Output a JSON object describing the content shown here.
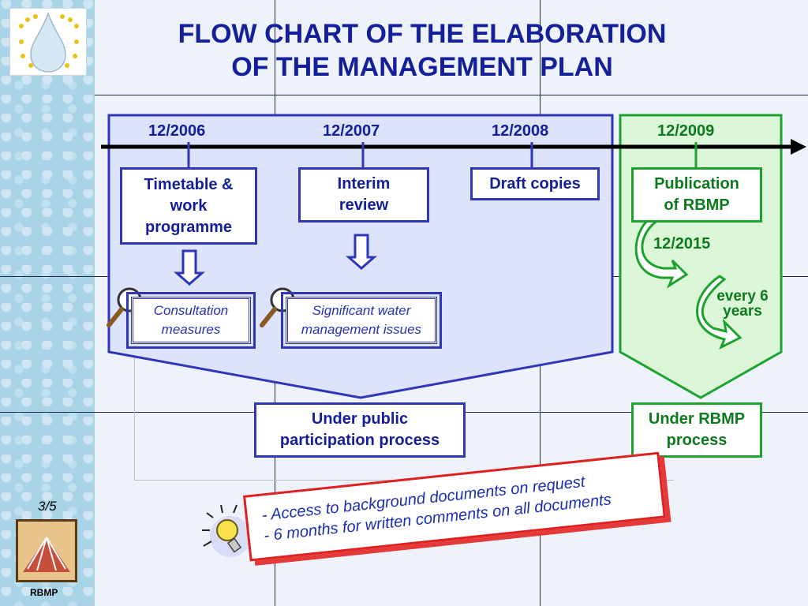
{
  "title": {
    "line1": "FLOW CHART OF THE ELABORATION",
    "line2": "OF THE MANAGEMENT PLAN"
  },
  "timeline": {
    "dates": [
      "12/2006",
      "12/2007",
      "12/2008",
      "12/2009"
    ]
  },
  "stages": {
    "timetable": "Timetable & work programme",
    "interim": "Interim review",
    "draft": "Draft copies",
    "publication": "Publication of RBMP"
  },
  "consultation": "Consultation measures",
  "significant": "Significant water management issues",
  "cycle": {
    "date": "12/2015",
    "every": "every 6 years"
  },
  "process": {
    "public": "Under public participation process",
    "rbmp": "Under RBMP process"
  },
  "note": {
    "line1": "- Access to background documents on request",
    "line2": "- 6 months for written comments on all documents"
  },
  "sidebar": {
    "page": "3/5",
    "label": "RBMP"
  },
  "colors": {
    "blue": "#2f36b8",
    "green": "#1ea22f",
    "red": "#e02020"
  }
}
